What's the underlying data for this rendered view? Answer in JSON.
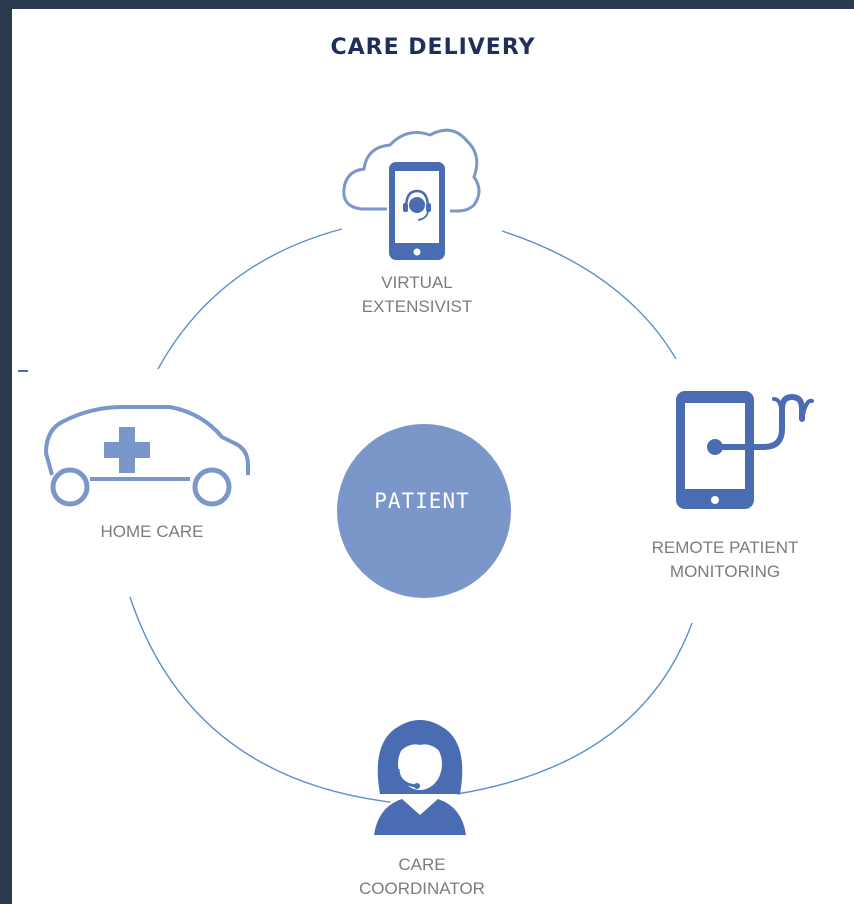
{
  "title": "CARE DELIVERY",
  "center": {
    "label": "PATIENT"
  },
  "nodes": {
    "virtual": {
      "line1": "VIRTUAL",
      "line2": "EXTENSIVIST",
      "icon": "cloud-phone-headset-icon"
    },
    "home": {
      "line1": "HOME CARE",
      "icon": "ambulance-car-icon"
    },
    "remote": {
      "line1": "REMOTE PATIENT",
      "line2": "MONITORING",
      "icon": "phone-stethoscope-icon"
    },
    "coordinator": {
      "line1": "CARE",
      "line2": "COORDINATOR",
      "icon": "coordinator-headset-icon"
    }
  },
  "colors": {
    "accent": "#4a6cb3",
    "circle": "#7b96c9",
    "ring": "#5b8fd0",
    "title": "#1f2f5a",
    "label": "#7c7c7c"
  }
}
